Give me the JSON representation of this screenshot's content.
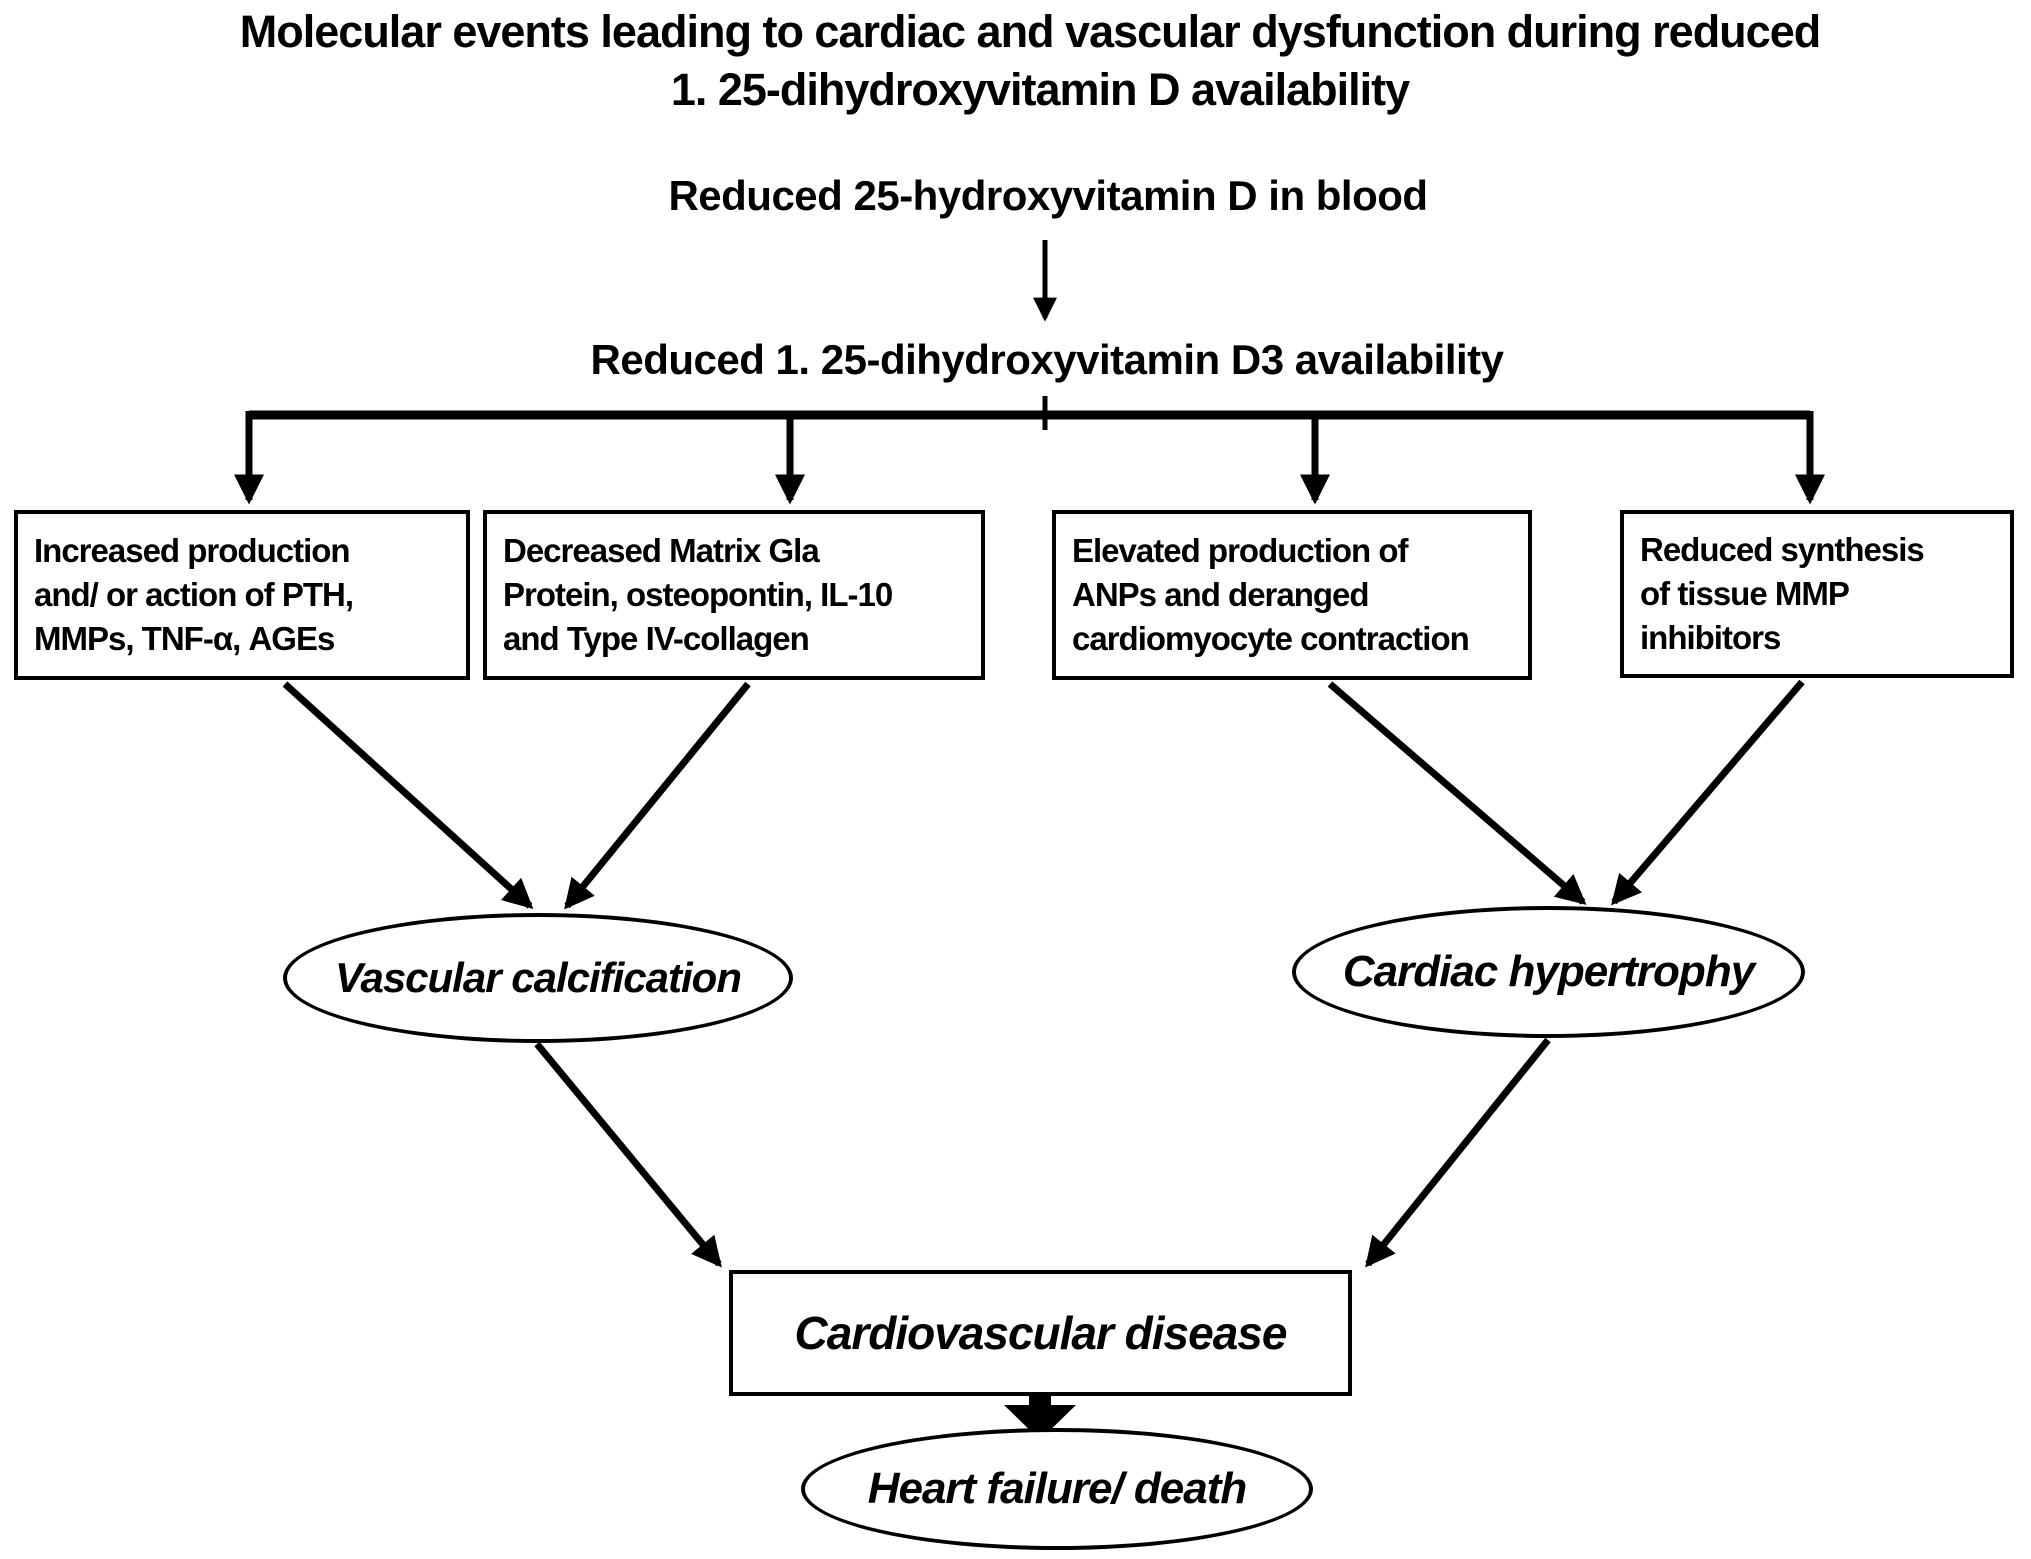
{
  "title": {
    "line1": "Molecular events leading to cardiac and vascular dysfunction during reduced",
    "line2": "1. 25-dihydroxyvitamin D availability"
  },
  "nodes": {
    "blood": "Reduced 25-hydroxyvitamin D in blood",
    "d3": "Reduced 1. 25-dihydroxyvitamin D3 availability",
    "box_pth": "Increased production\nand/ or action of PTH,\nMMPs, TNF-α, AGEs",
    "box_mgp": "Decreased Matrix Gla\nProtein, osteopontin, IL-10\nand Type IV-collagen",
    "box_anp": "Elevated production of\nANPs and deranged\ncardiomyocyte contraction",
    "box_mmp": "Reduced synthesis\nof tissue MMP\ninhibitors",
    "ellipse_vascular": "Vascular calcification",
    "ellipse_cardiac": "Cardiac hypertrophy",
    "box_cvd": "Cardiovascular disease",
    "ellipse_death": "Heart failure/ death"
  },
  "colors": {
    "ink": "#000000",
    "background": "#ffffff"
  }
}
